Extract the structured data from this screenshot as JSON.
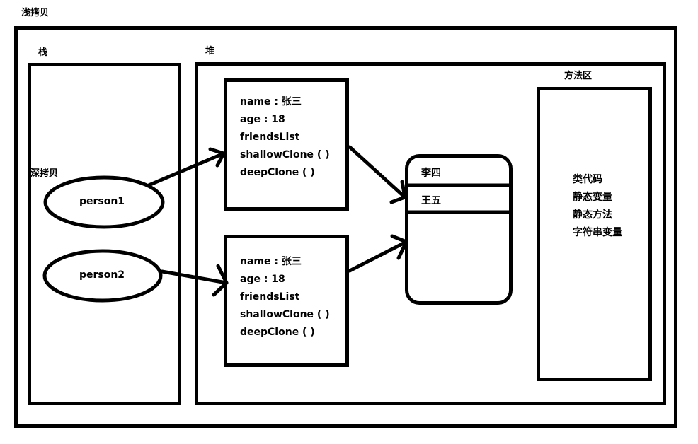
{
  "diagram": {
    "title": "浅拷贝",
    "stack": {
      "label": "栈",
      "note": "深拷贝",
      "references": [
        {
          "name": "person1"
        },
        {
          "name": "person2"
        }
      ]
    },
    "heap": {
      "label": "堆",
      "objects": [
        {
          "fields": [
            "name : 张三",
            "age : 18",
            "friendsList",
            "shallowClone ( )",
            "deepClone ( )"
          ]
        },
        {
          "fields": [
            "name : 张三",
            "age : 18",
            "friendsList",
            "shallowClone ( )",
            "deepClone ( )"
          ]
        }
      ],
      "friends_list": {
        "items": [
          "李四",
          "王五",
          ""
        ]
      },
      "method_area": {
        "label": "方法区",
        "items": [
          "类代码",
          "静态变量",
          "静态方法",
          "字符串变量"
        ]
      }
    },
    "arrows": [
      {
        "from": "person1",
        "to": "object-1"
      },
      {
        "from": "person2",
        "to": "object-2"
      },
      {
        "from": "object-1",
        "to": "friends-list"
      },
      {
        "from": "object-2",
        "to": "friends-list"
      }
    ],
    "colors": {
      "stroke": "#000000",
      "background": "#ffffff",
      "text": "#000000"
    }
  }
}
